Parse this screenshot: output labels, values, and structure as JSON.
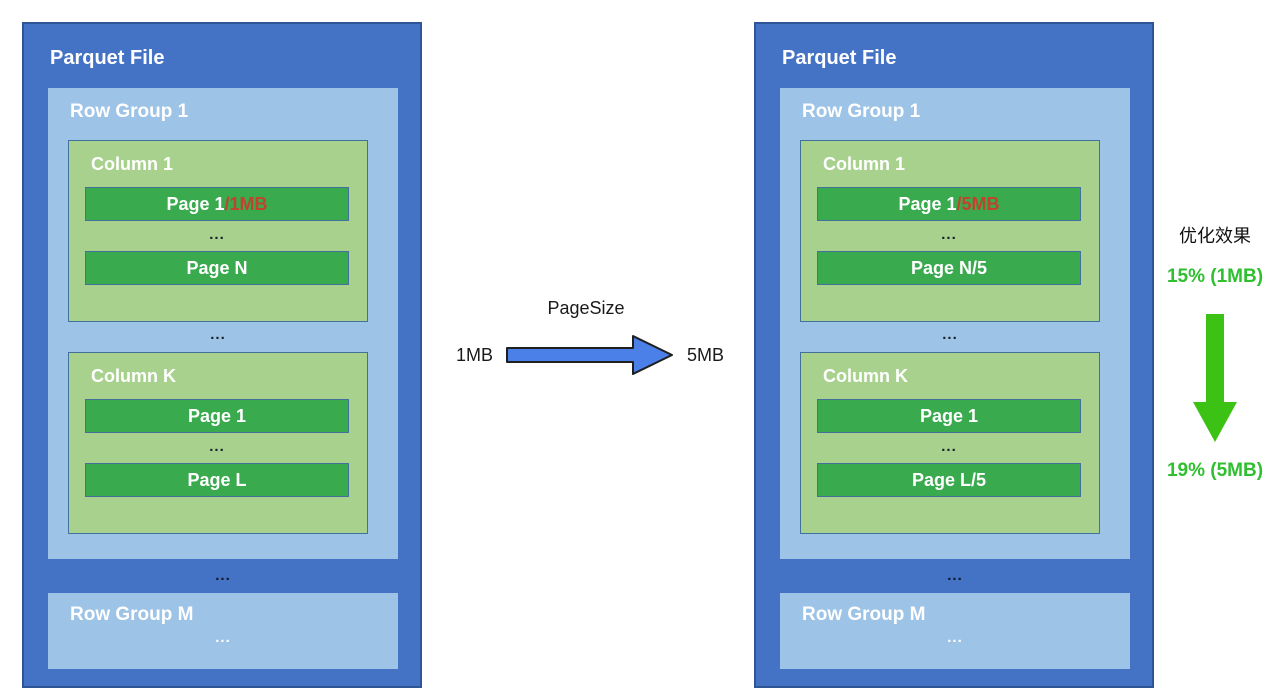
{
  "colors": {
    "outer_blue": "#4472C4",
    "row_group_blue": "#9DC3E6",
    "column_green": "#A9D18E",
    "page_green": "#3AAA4F",
    "box_border": "#41719C",
    "size_suffix_red": "#C0442C",
    "transition_arrow_blue": "#4A80E8",
    "result_green": "#2FBF2F"
  },
  "left_panel": {
    "title": "Parquet File",
    "row_group": {
      "label": "Row Group 1",
      "column_top": {
        "label": "Column 1",
        "page_top": "Page 1",
        "page_top_suffix": "/1MB",
        "dots": "...",
        "page_bottom": "Page N"
      },
      "dots": "...",
      "column_bottom": {
        "label": "Column K",
        "page_top": "Page 1",
        "page_top_suffix": "",
        "dots": "...",
        "page_bottom": "Page L"
      }
    },
    "dots": "...",
    "row_group_bottom": {
      "label": "Row Group M",
      "dots": "..."
    }
  },
  "right_panel": {
    "title": "Parquet File",
    "row_group": {
      "label": "Row Group 1",
      "column_top": {
        "label": "Column 1",
        "page_top": "Page 1",
        "page_top_suffix": "/5MB",
        "dots": "...",
        "page_bottom": "Page N/5"
      },
      "dots": "...",
      "column_bottom": {
        "label": "Column K",
        "page_top": "Page 1",
        "page_top_suffix": "",
        "dots": "...",
        "page_bottom": "Page L/5"
      }
    },
    "dots": "...",
    "row_group_bottom": {
      "label": "Row Group M",
      "dots": "..."
    }
  },
  "transition": {
    "label": "PageSize",
    "from": "1MB",
    "to": "5MB"
  },
  "result": {
    "title": "优化效果",
    "before": "15% (1MB)",
    "after": "19% (5MB)"
  }
}
